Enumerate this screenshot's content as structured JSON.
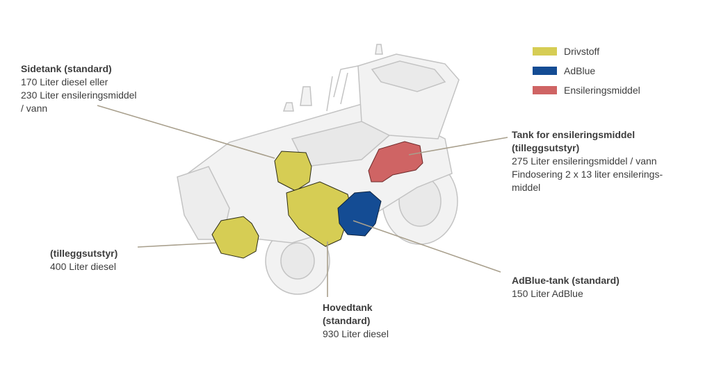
{
  "legend": {
    "items": [
      {
        "label": "Drivstoff",
        "color": "#d6cd54"
      },
      {
        "label": "AdBlue",
        "color": "#144c94"
      },
      {
        "label": "Ensileringsmiddel",
        "color": "#cf6464"
      }
    ]
  },
  "callouts": {
    "sidetank": {
      "title": "Sidetank (standard)",
      "lines": [
        "170 Liter diesel eller",
        "230 Liter ensileringsmiddel",
        "/ vann"
      ]
    },
    "ensilering": {
      "title_lines": [
        "Tank for ensileringsmiddel",
        "(tilleggsutstyr)"
      ],
      "lines": [
        "275 Liter ensileringsmiddel / vann",
        "Findosering 2 x 13 liter ensilerings-",
        "middel"
      ]
    },
    "tillegg": {
      "title": "(tilleggsutstyr)",
      "lines": [
        "400 Liter diesel"
      ]
    },
    "adblue": {
      "title": "AdBlue-tank (standard)",
      "lines": [
        "150 Liter AdBlue"
      ]
    },
    "hovedtank": {
      "title_lines": [
        "Hovedtank",
        "(standard)"
      ],
      "lines": [
        "930 Liter diesel"
      ]
    }
  },
  "colors": {
    "fuel": "#d6cd54",
    "adblue": "#144c94",
    "silage": "#cf6464",
    "leader": "#a89f8c",
    "machine_line": "#c4c4c4",
    "machine_fill": "#f1f1f1"
  }
}
